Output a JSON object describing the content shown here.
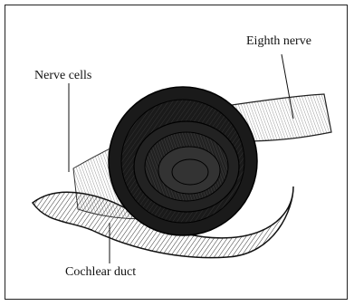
{
  "figure": {
    "labels": {
      "eighth_nerve": "Eighth nerve",
      "nerve_cells": "Nerve cells",
      "cochlear_duct": "Cochlear duct"
    }
  }
}
